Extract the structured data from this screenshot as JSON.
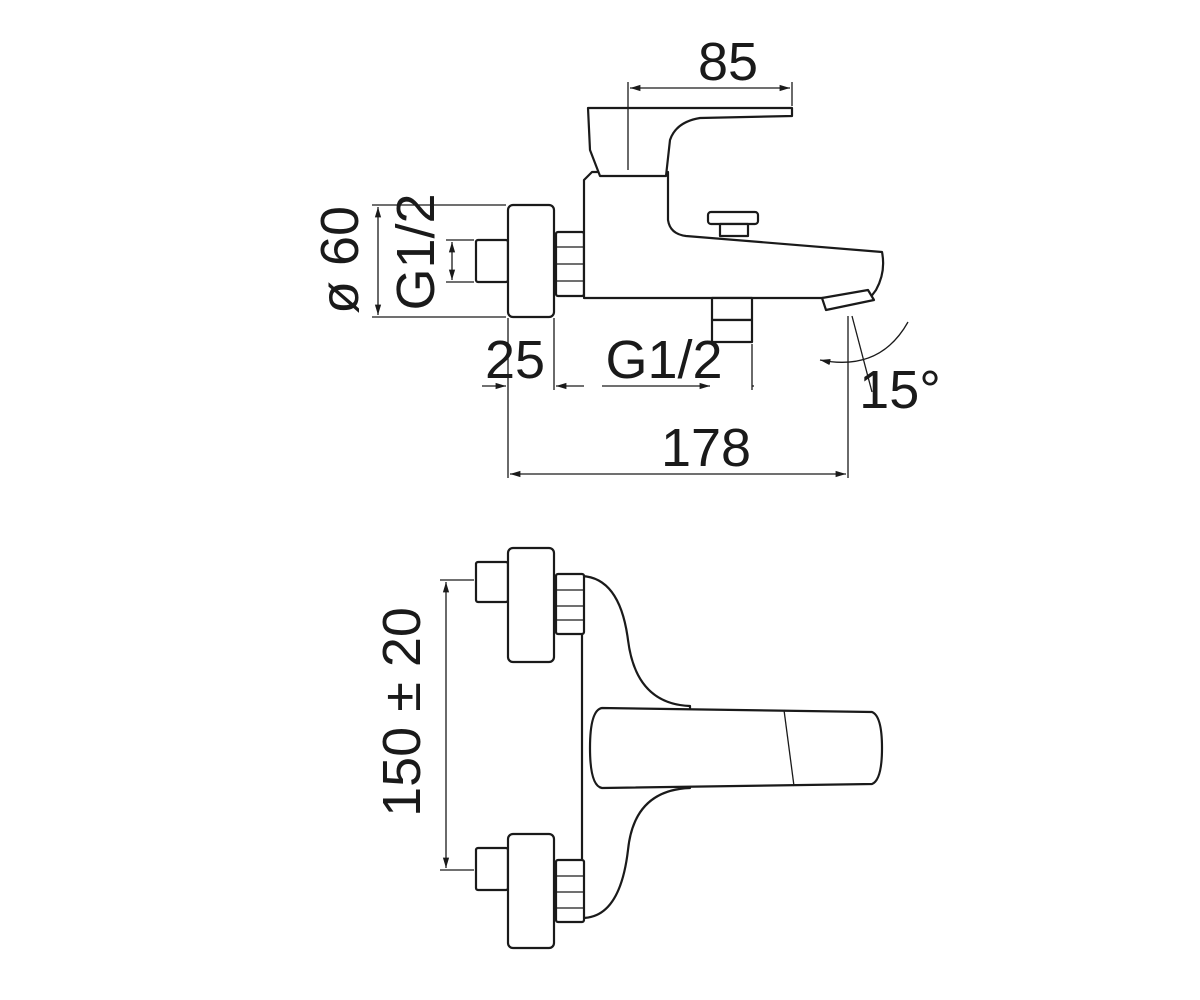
{
  "dimensions": {
    "top_width": "85",
    "diameter": "ø 60",
    "inlet_thread": "G1/2",
    "offset_25": "25",
    "outlet_thread": "G1/2",
    "angle": "15°",
    "total_length": "178",
    "inlet_spacing": "150 ± 20"
  },
  "colors": {
    "line": "#1a1a1a",
    "background": "#ffffff"
  }
}
